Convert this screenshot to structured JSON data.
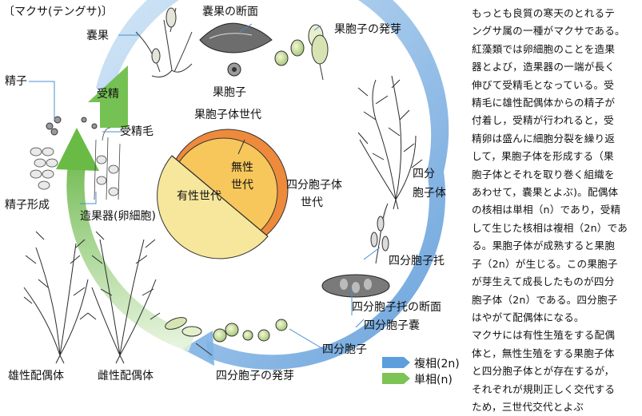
{
  "title": "〔マクサ(テングサ)〕",
  "labels": {
    "cystocarp": "嚢果",
    "cystocarp_section": "嚢果の断面",
    "carpospore_germination": "果胞子の発芽",
    "spermatium": "精子",
    "fertilization": "受精",
    "trichogyne": "受精毛",
    "carpospore": "果胞子",
    "carposporophyte_generation": "果胞子体世代",
    "asexual_generation": [
      "無性",
      "世代"
    ],
    "sexual_generation": "有性世代",
    "tetrasporophyte_generation": [
      "四分胞子体",
      "世代"
    ],
    "tetrasporophyte": [
      "四分",
      "胞子体"
    ],
    "spermatium_formation": "精子形成",
    "carpogonium": "造果器(卵細胞)",
    "stichidium": "四分胞子托",
    "stichidium_section": "四分胞子托の断面",
    "tetrasporangium": "四分胞子嚢",
    "tetraspore": "四分胞子",
    "male_gametophyte": "雄性配偶体",
    "female_gametophyte": "雌性配偶体",
    "tetraspore_germination": "四分胞子の発芽"
  },
  "legend": {
    "diploid": "複相(2n)",
    "haploid": "単相(n)"
  },
  "description": [
    "もっとも良質の寒天のとれるテ",
    "ングサ属の一種がマクサである。",
    "紅藻類では卵細胞のことを造果",
    "器とよび，造果器の一端が長く",
    "伸びて受精毛となっている。受",
    "精毛に雄性配偶体からの精子が",
    "付着し，受精が行われると，受",
    "精卵は盛んに細胞分裂を繰り返",
    "して，果胞子体を形成する（果",
    "胞子体とそれを取り巻く組織を",
    "あわせて，嚢果とよぶ)。配偶体",
    "の核相は単相（n）であり，受精",
    "して生じた核相は複相（2n）であ",
    "る。果胞子体が成熟すると果胞",
    "子（2n）が生じる。この果胞子",
    "が芽生えて成長したものが四分",
    "胞子体（2n）である。四分胞子",
    "はやがて配偶体になる。",
    "マクサには有性生殖をする配偶",
    "体と，無性生殖をする果胞子体",
    "と四分胞子体とが存在するが，",
    "それぞれが規則正しく交代する",
    "ため，三世代交代とよぶ"
  ],
  "colors": {
    "diploid": "#5c9fdc",
    "haploid": "#7dc355",
    "sexual_fill": "#f6e79c",
    "asexual_fill": "#f7c75c",
    "tetra_fill": "#ee8a3c",
    "outline": "#333333",
    "leader_line": "#4a8fd0"
  }
}
